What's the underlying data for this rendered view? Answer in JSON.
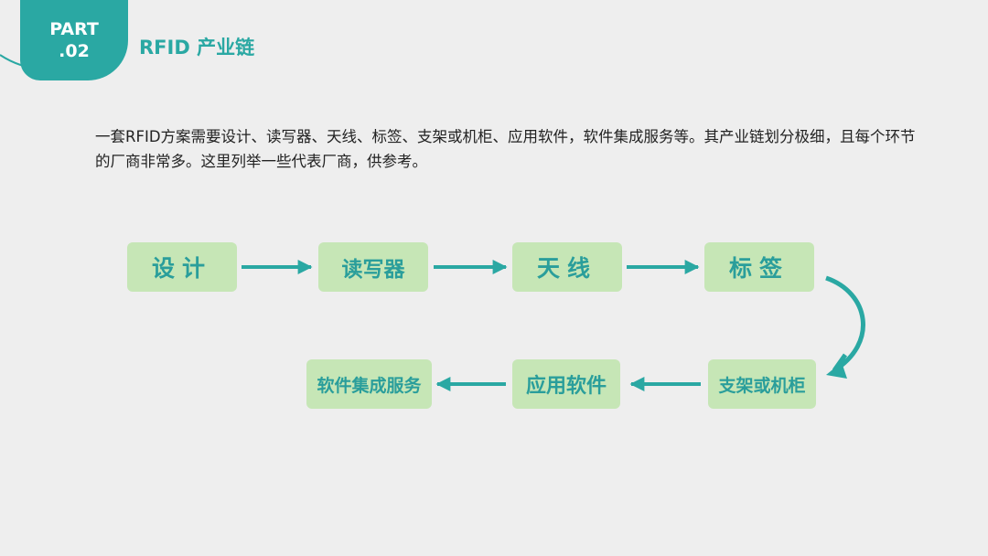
{
  "header": {
    "badge_line1": "PART",
    "badge_line2": ".02",
    "title": "RFID 产业链"
  },
  "intro": "一套RFID方案需要设计、读写器、天线、标签、支架或机柜、应用软件，软件集成服务等。其产业链划分极细，且每个环节的厂商非常多。这里列举一些代表厂商，供参考。",
  "flow": {
    "steps": [
      "设计",
      "读写器",
      "天线",
      "标签",
      "支架或机柜",
      "应用软件",
      "软件集成服务"
    ]
  },
  "colors": {
    "accent": "#2aa8a3",
    "box_fill": "#c6e6b6",
    "background": "#eeeeee"
  },
  "icons": [
    "arrow-right-icon",
    "arrow-left-icon",
    "curved-arrow-icon"
  ]
}
